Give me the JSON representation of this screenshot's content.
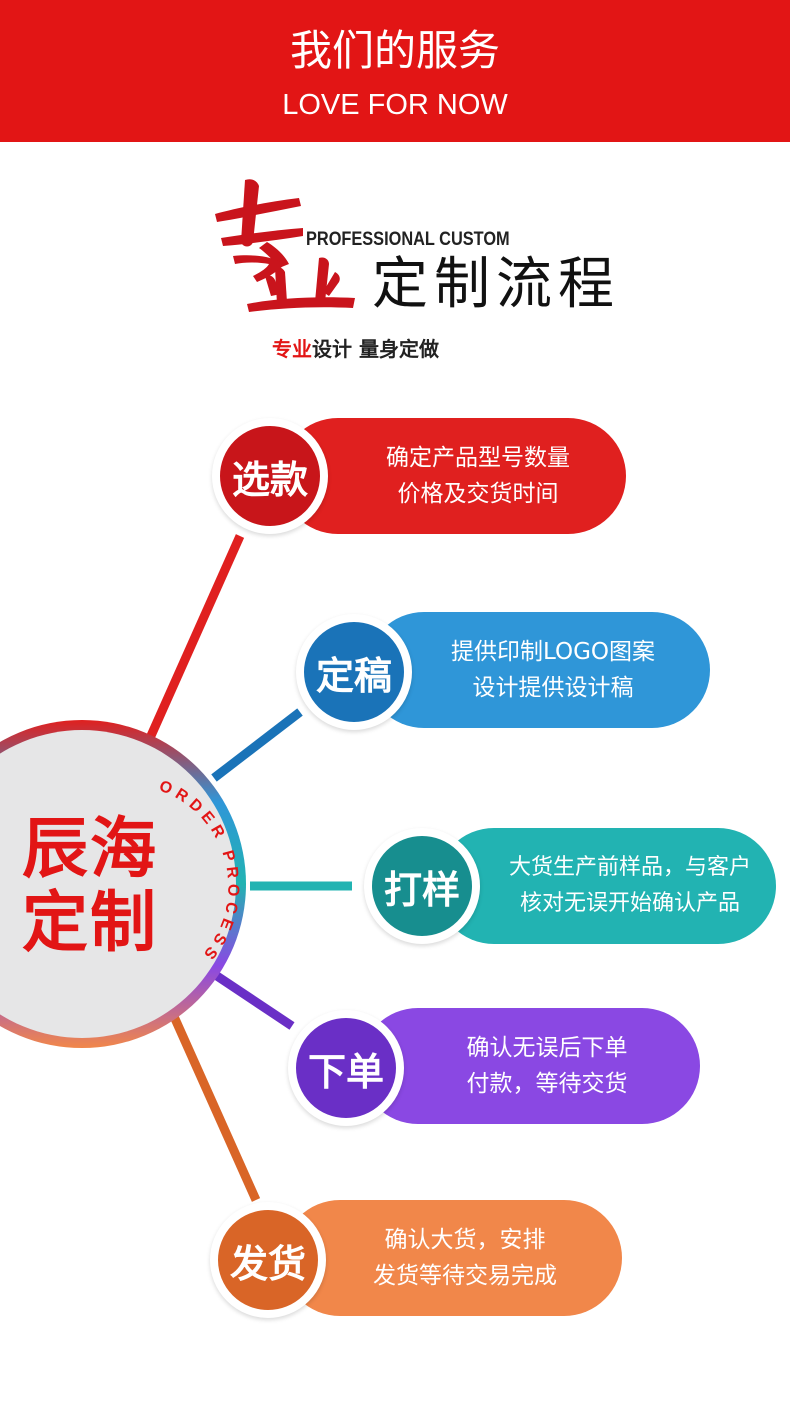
{
  "banner": {
    "title": "我们的服务",
    "subtitle": "LOVE FOR NOW",
    "color": "#e21515"
  },
  "logo": {
    "calligraphy": "专业",
    "english": "PROFESSIONAL CUSTOM",
    "chinese": "定制流程",
    "tagline_red": "专业",
    "tagline_rest": "设计  量身定做"
  },
  "hub": {
    "line1": "辰海",
    "line2": "定制",
    "arc_text": "ORDER PROCESS"
  },
  "steps": [
    {
      "label": "选款",
      "line1": "确定产品型号数量",
      "line2": "价格及交货时间",
      "color": "#e0201f",
      "dark": "#c8151a",
      "icon": ""
    },
    {
      "label": "定稿",
      "line1": "提供印制LOGO图案",
      "line2": "设计提供设计稿",
      "color": "#2f96d8",
      "dark": "#1a73b8"
    },
    {
      "label": "打样",
      "line1": "大货生产前样品，与客户",
      "line2": "核对无误开始确认产品",
      "color": "#22b3b2",
      "dark": "#178e8f"
    },
    {
      "label": "下单",
      "line1": "确认无误后下单",
      "line2": "付款，等待交货",
      "color": "#8a48e3",
      "dark": "#6a2fc6"
    },
    {
      "label": "发货",
      "line1": "确认大货，安排",
      "line2": "发货等待交易完成",
      "color": "#f1874a",
      "dark": "#d96527"
    }
  ]
}
